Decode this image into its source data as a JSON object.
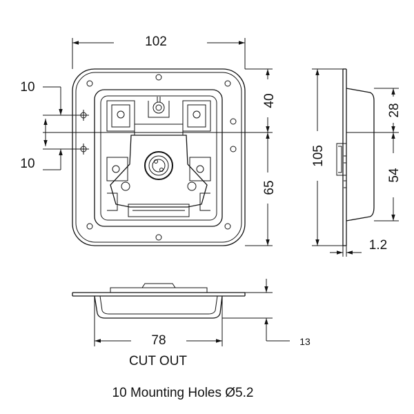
{
  "dimensions": {
    "width_top": "102",
    "offset_upper": "10",
    "offset_lower": "10",
    "height_upper": "40",
    "height_lower": "65",
    "total_height": "105",
    "side_upper": "28",
    "side_lower": "54",
    "thickness": "1.2",
    "cutout_width": "78",
    "depth": "13"
  },
  "labels": {
    "cutout": "CUT OUT",
    "mounting": "10 Mounting Holes Ø5.2"
  }
}
